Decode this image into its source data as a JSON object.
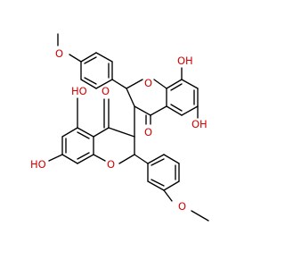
{
  "diagram": {
    "type": "skeletal-structure",
    "colors": {
      "bond": "#000000",
      "heteroatom": "#d40000",
      "background": "#ffffff"
    },
    "atoms": {
      "o_methoxy_top": "O",
      "oh_top_right": "OH",
      "o_ring_upper": "O",
      "oh_upper_5": "OH",
      "o_keto_upper": "O",
      "oh_lower_5": "HO",
      "o_keto_lower": "O",
      "oh_lower_7": "HO",
      "o_ring_lower": "O",
      "o_methoxy_bottom": "O"
    }
  }
}
